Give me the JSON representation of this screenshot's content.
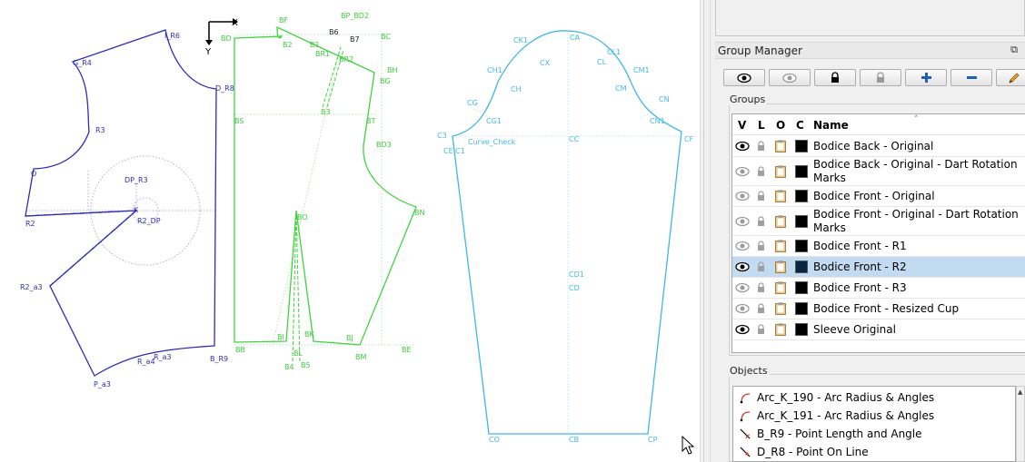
{
  "canvas": {
    "axis_labels": {
      "x": "X",
      "y": "Y"
    },
    "points": {
      "back": [
        "I_R6",
        "G_R4",
        "D_R8",
        "R3",
        "O",
        "DP_R3",
        "K",
        "R2",
        "R2_DP",
        "R2_a3",
        "B_R9",
        "R_a3",
        "R_a4",
        "P_a3"
      ],
      "front": [
        "BF",
        "BP_BD2",
        "BD",
        "B6",
        "B7",
        "BC",
        "B2",
        "B1",
        "BR1",
        "BR2",
        "BH",
        "BG",
        "B3",
        "BS",
        "BT",
        "BD3",
        "BO",
        "BN",
        "BB",
        "BI",
        "BK",
        "BJ",
        "BE",
        "BL",
        "BM",
        "B4",
        "B5"
      ],
      "sleeve": [
        "CA",
        "CK1",
        "CX",
        "CL1",
        "CL",
        "CH1",
        "CH",
        "CM1",
        "CM",
        "CG",
        "CN",
        "CG1",
        "CN1",
        "C3",
        "Curve_Check",
        "CC",
        "CF",
        "CE",
        "C1",
        "CD1",
        "CD",
        "CO",
        "CB",
        "CP"
      ]
    },
    "colors": {
      "back": "#2d2db8",
      "front": "#3fd43f",
      "sleeve": "#3fb7e8"
    }
  },
  "group_manager": {
    "title": "Group Manager",
    "float_icon": "float-window-icon",
    "toolbar": [
      {
        "name": "show-all-button",
        "icon": "eye-icon"
      },
      {
        "name": "hide-all-button",
        "icon": "eye-disabled-icon"
      },
      {
        "name": "lock-all-button",
        "icon": "lock-icon"
      },
      {
        "name": "unlock-all-button",
        "icon": "lock-disabled-icon"
      },
      {
        "name": "add-group-button",
        "icon": "plus-icon"
      },
      {
        "name": "remove-group-button",
        "icon": "minus-icon"
      },
      {
        "name": "edit-group-button",
        "icon": "pencil-icon"
      }
    ],
    "groups_label": "Groups",
    "columns": [
      "V",
      "L",
      "O",
      "C",
      "Name"
    ],
    "groups": [
      {
        "name": "Bodice Back - Original",
        "visible": true,
        "color": "#000000",
        "selected": false,
        "lines": 1
      },
      {
        "name": "Bodice Back - Original - Dart Rotation Marks",
        "visible": false,
        "color": "#000000",
        "selected": false,
        "lines": 2
      },
      {
        "name": "Bodice Front - Original",
        "visible": false,
        "color": "#000000",
        "selected": false,
        "lines": 1
      },
      {
        "name": "Bodice Front - Original - Dart Rotation Marks",
        "visible": false,
        "color": "#000000",
        "selected": false,
        "lines": 2
      },
      {
        "name": "Bodice Front - R1",
        "visible": false,
        "color": "#000000",
        "selected": false,
        "lines": 1
      },
      {
        "name": "Bodice Front - R2",
        "visible": true,
        "color": "#0a2540",
        "selected": true,
        "lines": 1
      },
      {
        "name": "Bodice Front - R3",
        "visible": false,
        "color": "#000000",
        "selected": false,
        "lines": 1
      },
      {
        "name": "Bodice Front - Resized Cup",
        "visible": false,
        "color": "#000000",
        "selected": false,
        "lines": 1
      },
      {
        "name": "Sleeve Original",
        "visible": true,
        "color": "#000000",
        "selected": false,
        "lines": 1
      }
    ],
    "objects_label": "Objects",
    "objects": [
      {
        "label": "Arc_K_190 - Arc Radius & Angles",
        "icon": "arc-icon"
      },
      {
        "label": "Arc_K_191 - Arc Radius & Angles",
        "icon": "arc-icon"
      },
      {
        "label": "B_R9 - Point Length and Angle",
        "icon": "line-angle-icon"
      },
      {
        "label": "D_R8 - Point On Line",
        "icon": "point-on-line-icon"
      }
    ]
  }
}
